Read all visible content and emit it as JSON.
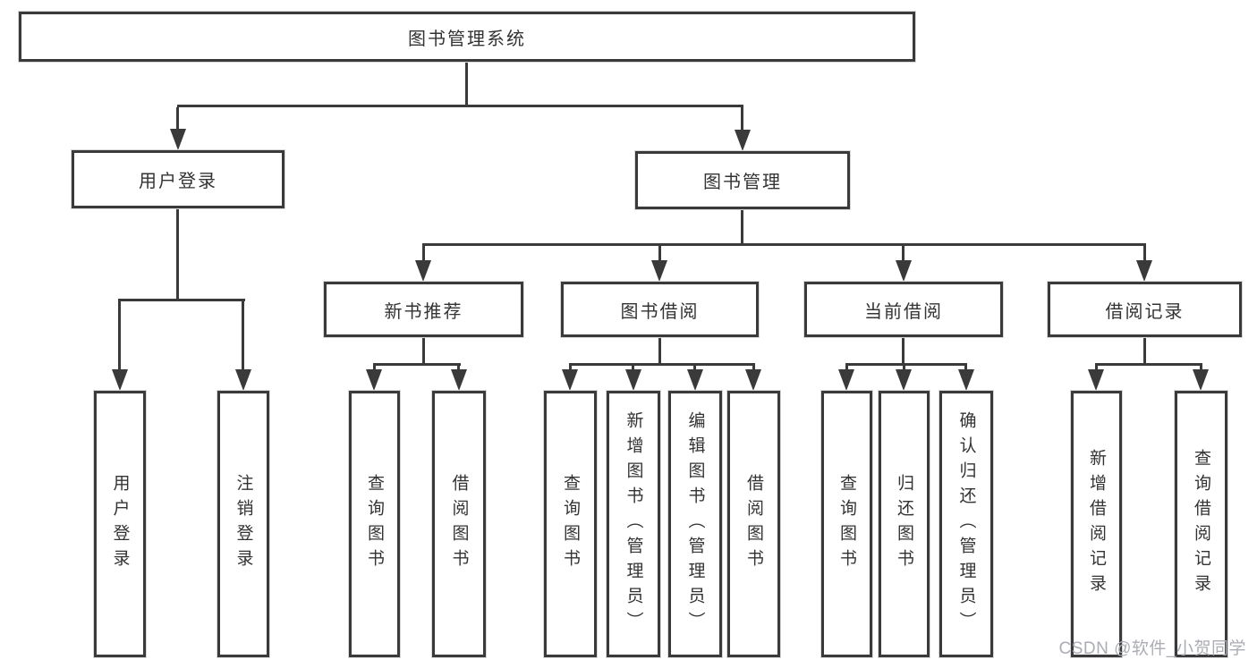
{
  "diagram": {
    "root": {
      "label": "图书管理系统"
    },
    "user_login": {
      "label": "用户登录",
      "children": [
        "用户登录",
        "注销登录"
      ]
    },
    "book_management": {
      "label": "图书管理",
      "new_book_recommend": {
        "label": "新书推荐",
        "children": [
          "查询图书",
          "借阅图书"
        ]
      },
      "book_borrow": {
        "label": "图书借阅",
        "children": [
          "查询图书",
          "新增图书（管理员）",
          "编辑图书（管理员）",
          "借阅图书"
        ]
      },
      "current_borrow": {
        "label": "当前借阅",
        "children": [
          "查询图书",
          "归还图书",
          "确认归还（管理员）"
        ]
      },
      "borrow_records": {
        "label": "借阅记录",
        "children": [
          "新增借阅记录",
          "查询借阅记录"
        ]
      }
    }
  },
  "watermark": {
    "text": "CSDN @软件_小贺同学"
  },
  "colors": {
    "line": "#3a3a3a",
    "text": "#333333",
    "box_background": "#ffffff",
    "watermark": "#aaadb3"
  }
}
